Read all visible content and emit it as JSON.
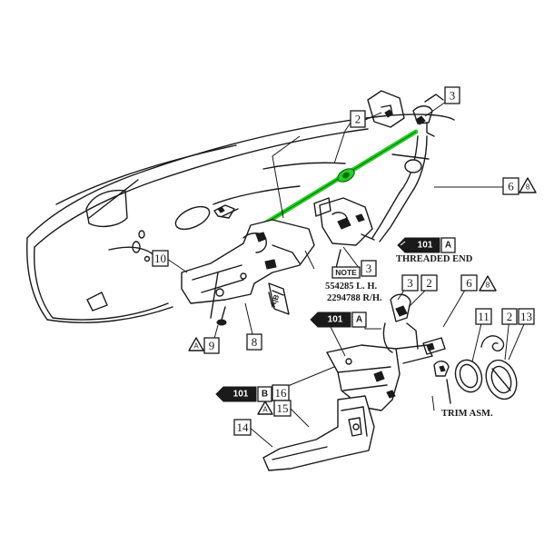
{
  "colors": {
    "cable_highlight": "#22d022",
    "ink": "#1a1a1a",
    "paper": "#ffffff"
  },
  "callouts": {
    "c3_top": "3",
    "c2_top": "2",
    "c6_right": "6",
    "c6_right_flag": "8",
    "c10": "10",
    "c9": "9",
    "c9_flag": "A",
    "c8": "8",
    "c3_mid": "3",
    "c3_cluster": "3",
    "c2_cluster": "2",
    "c6_cluster": "6",
    "c6_cluster_flag": "8",
    "c11": "11",
    "c2_cover": "2",
    "c13": "13",
    "c16": "16",
    "c15": "15",
    "c15_flag": "A",
    "c14": "14"
  },
  "references": {
    "ref_right": {
      "section": "101",
      "letter": "A"
    },
    "ref_mid": {
      "section": "101",
      "letter": "A"
    },
    "ref_bottom": {
      "section": "101",
      "letter": "B"
    }
  },
  "labels": {
    "threaded_end": "THREADED END",
    "note": "NOTE",
    "part_lh": "554285 L. H.",
    "part_rh": "2294788 R/H.",
    "trim_asm": "TRIM ASM.",
    "knob_letters": "A|B"
  }
}
